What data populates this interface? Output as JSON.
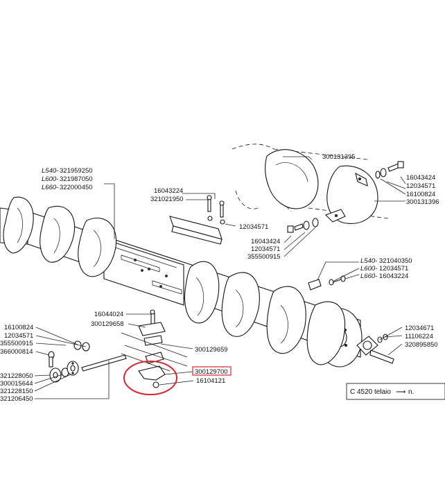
{
  "labels": {
    "shaft_l540_pre": "L540-",
    "shaft_l540": "321959250",
    "shaft_l600_pre": "L600-",
    "shaft_l600": "321987050",
    "shaft_l660_pre": "L660-",
    "shaft_l660": "322000450",
    "shield_top": "300131395",
    "bolt_tr": "16043424",
    "washer_tr": "12034571",
    "nut_tr": "16100824",
    "shield_bracket": "300131396",
    "bolt_bracket": "16043224",
    "bracket": "321021950",
    "washer_bracket": "12034571",
    "bolt_mid": "16043424",
    "washer_mid": "12034571",
    "bushing_mid": "355500915",
    "rod_l540_pre": "L540-",
    "rod_l540": "321040350",
    "rod_l600_pre": "L600-",
    "rod_l600": "12034571",
    "rod_l660_pre": "L660-",
    "rod_l660": "16043224",
    "bolt_clamp": "16044024",
    "clamp_top": "300129658",
    "clamp_mid": "300129659",
    "clamp_highlight": "300129700",
    "nut_clamp": "16104121",
    "left_nut": "16100824",
    "left_washer": "12034571",
    "left_bushing": "355500915",
    "left_pin": "366000814",
    "flange_a": "321228050",
    "flange_b": "300015644",
    "flange_c": "321228150",
    "rod_left": "321206450",
    "end_washer": "12034671",
    "end_pin": "11106224",
    "end_flange": "320895850"
  },
  "info": {
    "model": "C 4520 telaio",
    "arrow": "⟶",
    "suffix": "n."
  },
  "colors": {
    "highlight": "#d9262e",
    "ink": "#111111"
  }
}
